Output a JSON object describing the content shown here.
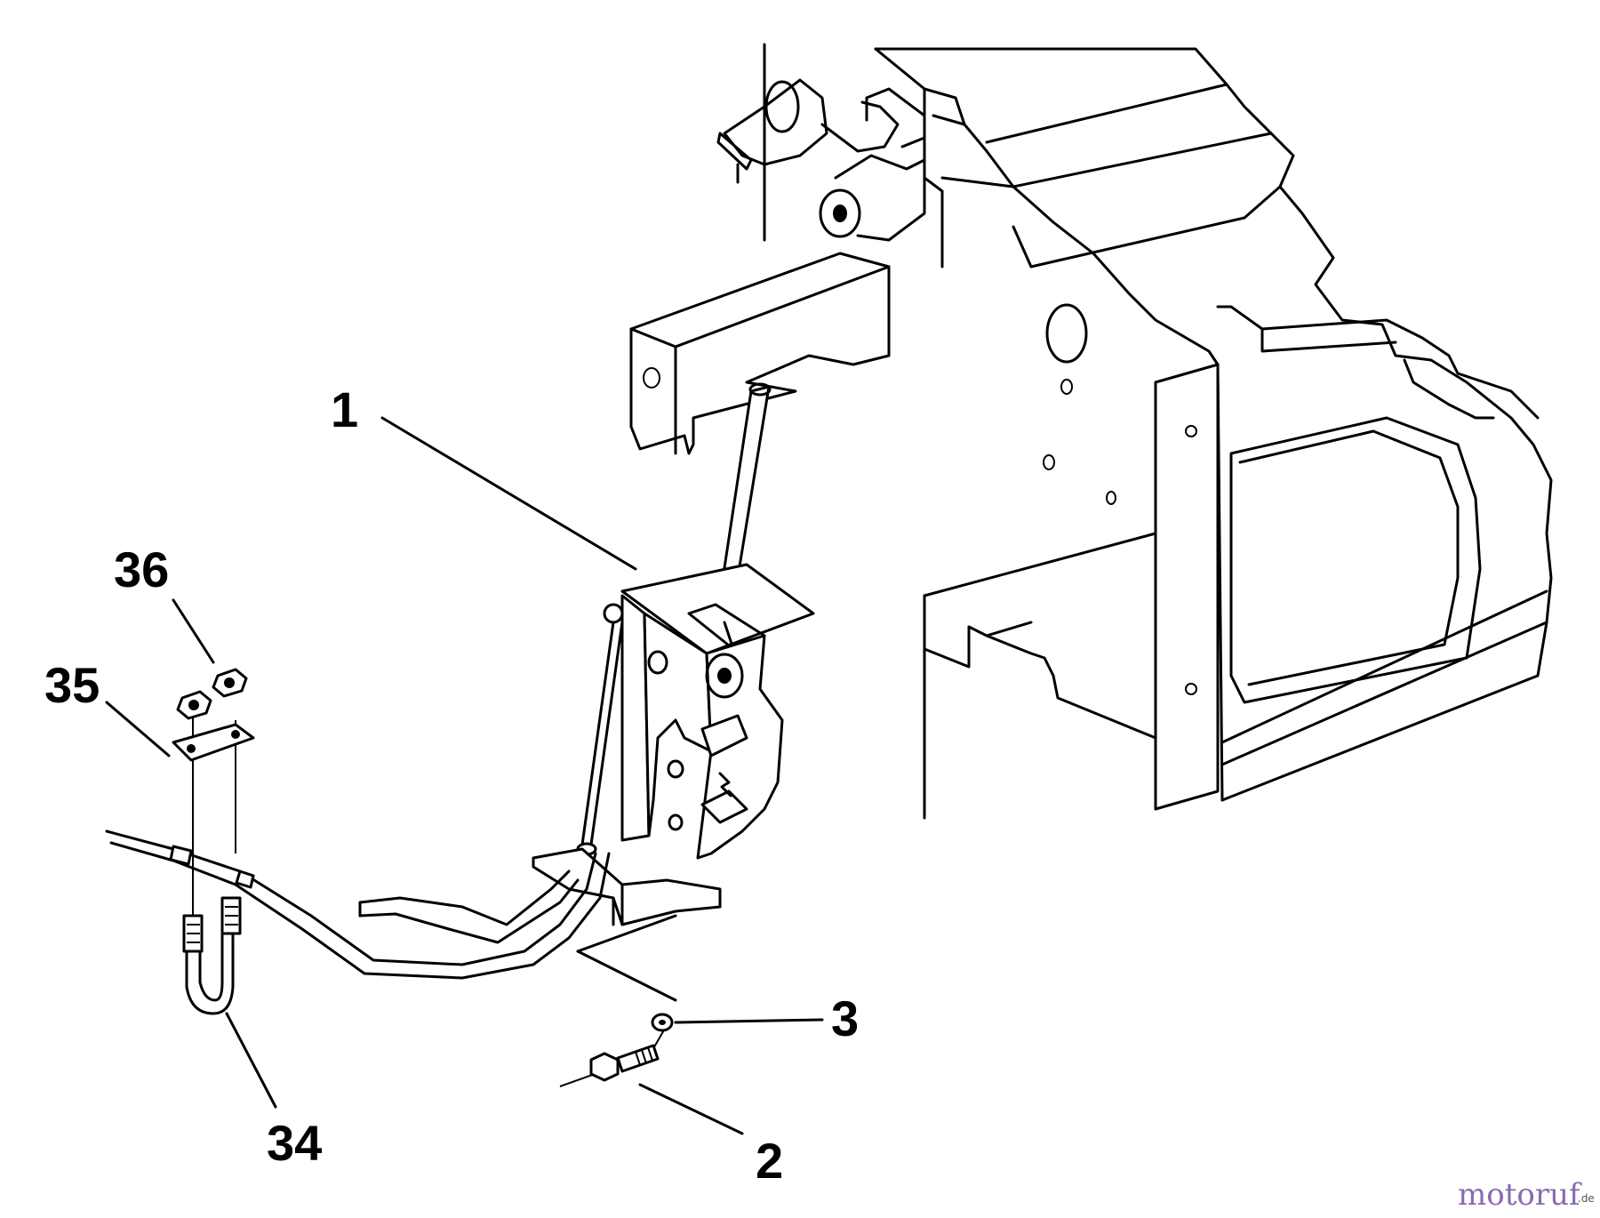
{
  "diagram": {
    "callouts": [
      {
        "id": "1",
        "label": "1"
      },
      {
        "id": "2",
        "label": "2"
      },
      {
        "id": "3",
        "label": "3"
      },
      {
        "id": "34",
        "label": "34"
      },
      {
        "id": "35",
        "label": "35"
      },
      {
        "id": "36",
        "label": "36"
      }
    ]
  },
  "watermark": {
    "brand": "motoruf",
    "tld": ".de",
    "brand_color": "#8a6ab0",
    "accent_color": "#2f9a3a"
  }
}
